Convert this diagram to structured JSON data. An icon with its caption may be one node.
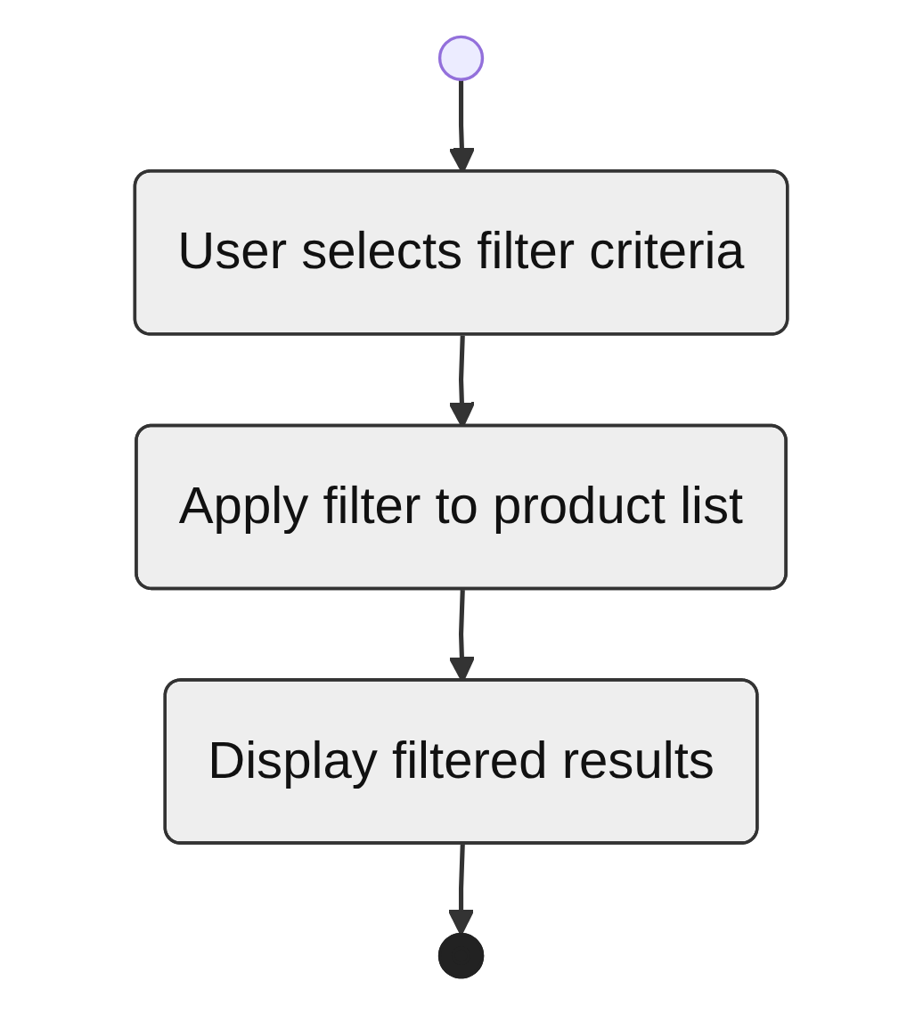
{
  "diagram": {
    "nodes": [
      {
        "text": [],
        "shape": "circle"
      },
      {
        "text": [
          "User selects filter criteria"
        ]
      },
      {
        "text": [
          "Apply filter to product list"
        ]
      },
      {
        "text": [
          "Display filtered results"
        ]
      },
      {
        "text": [],
        "shape": "circle"
      }
    ],
    "edges": [
      {
        "from": 0,
        "to": 1,
        "arrow": "to"
      },
      {
        "from": 1,
        "to": 2,
        "arrow": "to"
      },
      {
        "from": 2,
        "to": 3,
        "arrow": "to"
      },
      {
        "from": 3,
        "to": 4,
        "arrow": "to"
      }
    ]
  }
}
